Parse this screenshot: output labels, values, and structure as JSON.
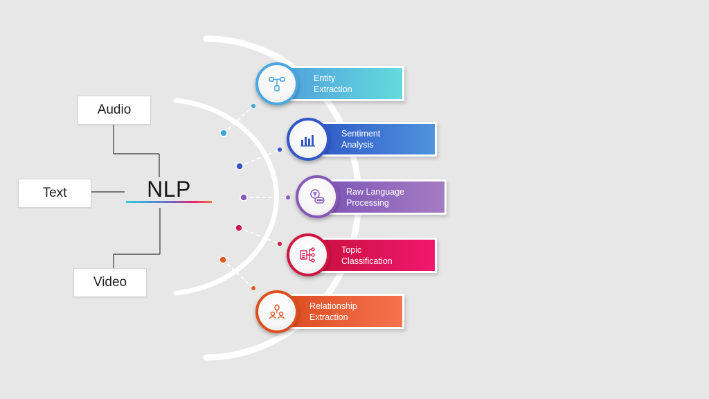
{
  "center": {
    "title": "NLP"
  },
  "inputs": [
    {
      "label": "Audio"
    },
    {
      "label": "Text"
    },
    {
      "label": "Video"
    }
  ],
  "outputs": [
    {
      "line1": "Entity",
      "line2": "Extraction",
      "color_start": "#4f9fdc",
      "color_end": "#64dbdc",
      "ring": "#4aa7df",
      "icon": "network-nodes-icon"
    },
    {
      "line1": "Sentiment",
      "line2": "Analysis",
      "color_start": "#2e57c6",
      "color_end": "#4f92dc",
      "ring": "#2f57c5",
      "icon": "bar-chart-icon"
    },
    {
      "line1": "Raw Language",
      "line2": "Processing",
      "color_start": "#7c54b6",
      "color_end": "#a57cc2",
      "ring": "#8658b8",
      "icon": "speech-bubble-icon"
    },
    {
      "line1": "Topic",
      "line2": "Classification",
      "color_start": "#c8103f",
      "color_end": "#f0186c",
      "ring": "#cf1541",
      "icon": "document-tree-icon"
    },
    {
      "line1": "Relationship",
      "line2": "Extraction",
      "color_start": "#db4a1e",
      "color_end": "#f6734e",
      "ring": "#dc4f1c",
      "icon": "people-leaf-icon"
    }
  ],
  "dot_colors": [
    "#3aa7dc",
    "#2f55c2",
    "#8a5cb8",
    "#d1174b",
    "#e4581f"
  ]
}
